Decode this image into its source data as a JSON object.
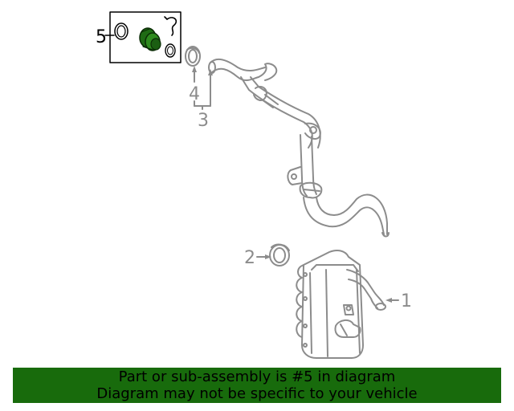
{
  "callouts": {
    "part1": "1",
    "part2": "2",
    "part3": "3",
    "part4": "4",
    "part5": "5"
  },
  "banner": {
    "line1": "Part or sub-assembly is #5 in diagram",
    "line2": "Diagram may not be specific to your vehicle"
  },
  "colors": {
    "line_art": "#8c8c8c",
    "highlight": "#1b5e12",
    "banner_bg": "#186b0c"
  }
}
